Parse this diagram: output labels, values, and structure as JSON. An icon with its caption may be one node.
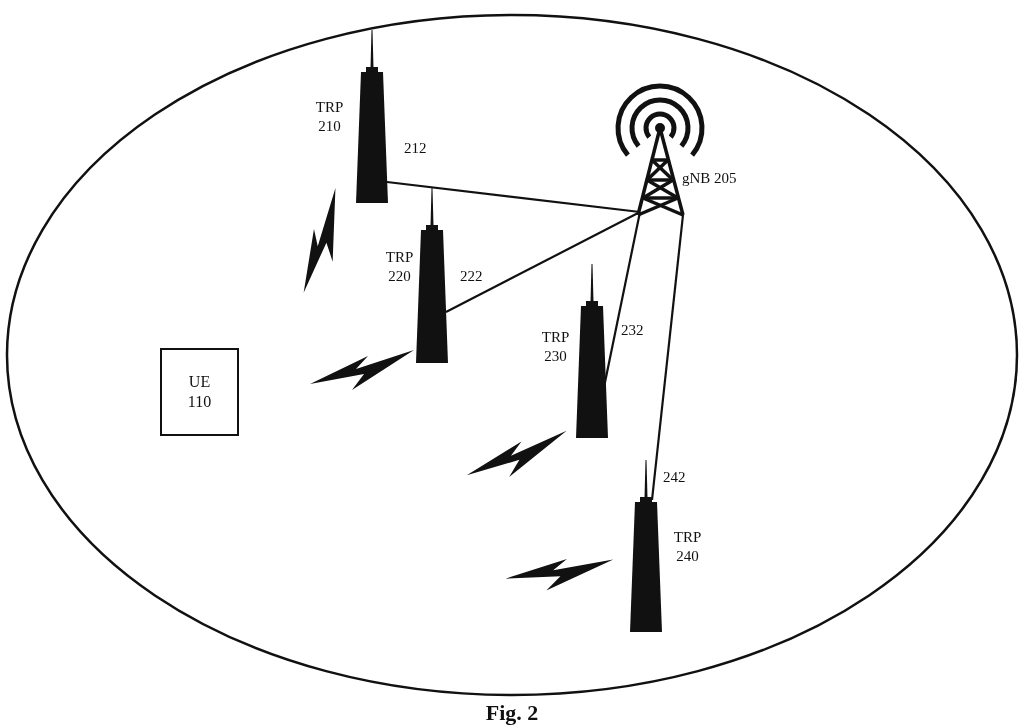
{
  "diagram": {
    "caption": "Fig. 2",
    "nodes": [
      {
        "text": [
          "TRP 210"
        ]
      },
      {
        "text": [
          "gNB 205"
        ]
      },
      {
        "text": [
          "TRP 220"
        ]
      },
      {
        "text": [
          "TRP 230"
        ]
      },
      {
        "text": [
          "TRP 240"
        ]
      },
      {
        "text": [
          "UE 110"
        ]
      }
    ],
    "edges": [
      {
        "from": 0,
        "to": 1,
        "arrow": "none",
        "label": "212"
      },
      {
        "from": 2,
        "to": 1,
        "arrow": "none",
        "label": "222"
      },
      {
        "from": 3,
        "to": 1,
        "arrow": "none",
        "label": "232"
      },
      {
        "from": 4,
        "to": 1,
        "arrow": "none",
        "label": "242"
      }
    ]
  }
}
